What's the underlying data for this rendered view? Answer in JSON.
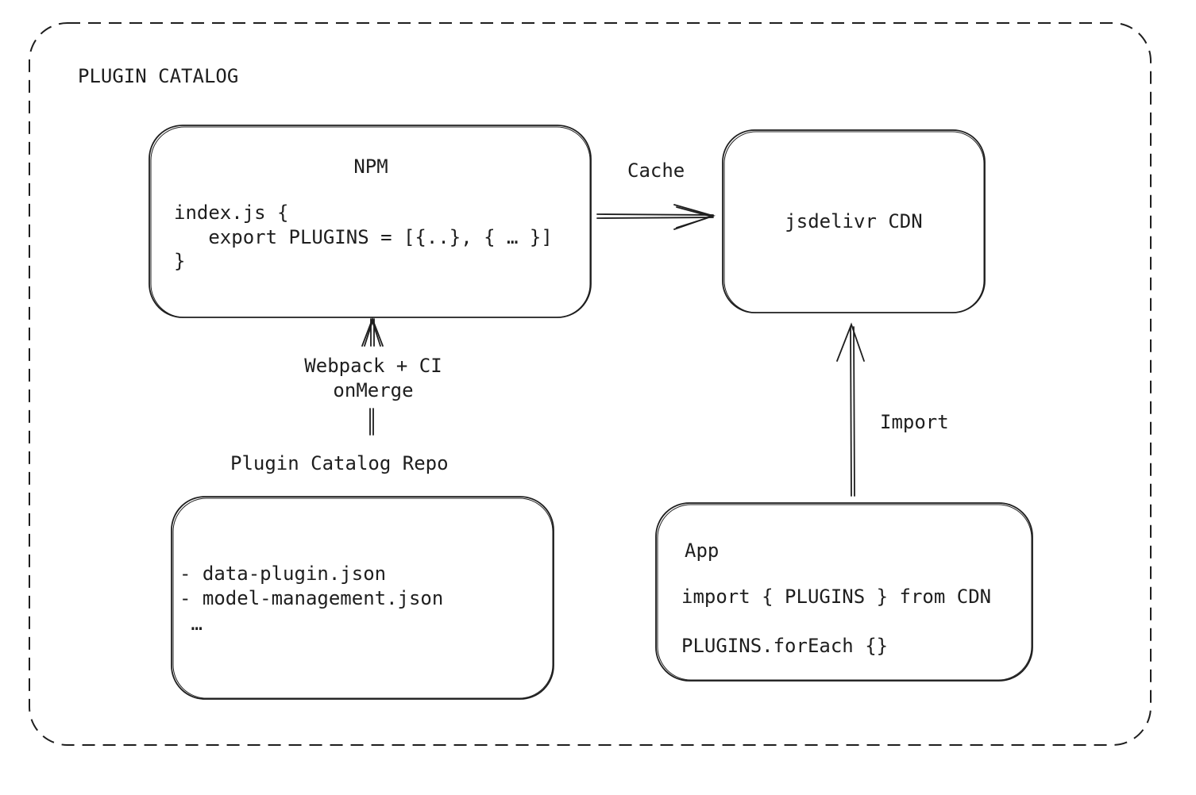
{
  "catalog": {
    "title": "PLUGIN CATALOG"
  },
  "npm": {
    "title": "NPM",
    "code_lines": [
      "index.js {",
      "   export PLUGINS = [{..}, { … }]",
      "}"
    ]
  },
  "cdn": {
    "title": "jsdelivr CDN"
  },
  "edges": {
    "cache_label": "Cache",
    "build_label_line1": "Webpack + CI",
    "build_label_line2": "onMerge",
    "import_label": "Import"
  },
  "repo": {
    "title": "Plugin Catalog Repo",
    "files": [
      "- data-plugin.json",
      "- model-management.json",
      " …"
    ]
  },
  "app": {
    "title": "App",
    "import_line": "import { PLUGINS } from CDN",
    "foreach_line": "PLUGINS.forEach {}"
  },
  "colors": {
    "stroke": "#1e1e1e",
    "background": "#ffffff"
  }
}
